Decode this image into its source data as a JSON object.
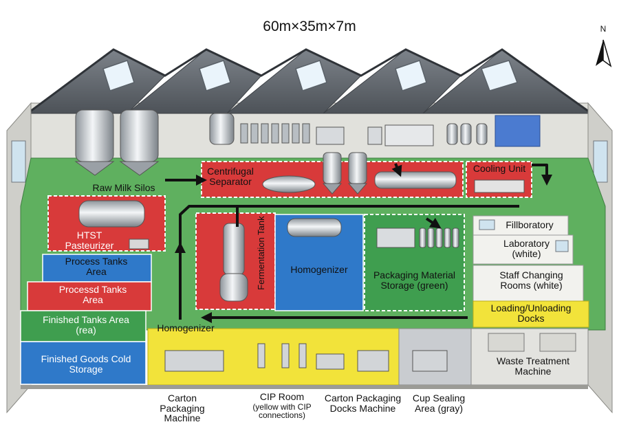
{
  "dimensions": "60m×35m×7m",
  "compass": {
    "label": "N",
    "icon": "north-arrow-icon"
  },
  "colors": {
    "red": "#d83a3a",
    "blue": "#2f79c9",
    "green": "#3f9e4f",
    "yellow": "#f2e33a",
    "gray": "#c9ccd0",
    "white": "#f2f2ee",
    "floor": "#5fb05f",
    "roof": "#6b7077",
    "wall": "#d9d9d4"
  },
  "zones": {
    "raw_milk_silos": "Raw Milk Silos",
    "centrifugal_separator": "Centrifugal Separator",
    "cooling_unit": "Cooling Unit",
    "htst_pasteurizer": "HTST Pasteurizer",
    "fermentation_tank": "Fermentation Tank",
    "homogenizer_room": "Homogenizer",
    "packaging_material_storage": "Packaging Material Storage (green)",
    "fillboratory": "Fillboratory",
    "laboratory": "Laboratory (white)",
    "staff_changing": "Staff Changing Rooms (white)",
    "loading_docks": "Loading/Unloading Docks",
    "process_tanks": "Process Tanks Area",
    "processd_tanks": "Processd Tanks Area",
    "finished_tanks": "Finished Tanks Area (rea)",
    "finished_goods": "Finished Goods Cold Storage",
    "homogenizer_label": "Homogenizer",
    "waste_treatment": "Waste Treatment Machine"
  },
  "bottom_labels": {
    "carton_packaging": "Carton Packaging Machine",
    "cip_room": "CIP Room",
    "cip_room_note": "(yellow with CIP connections)",
    "carton_docks": "Carton Packaging Docks Machine",
    "cup_sealing": "Cup Sealing Area (gray)"
  }
}
